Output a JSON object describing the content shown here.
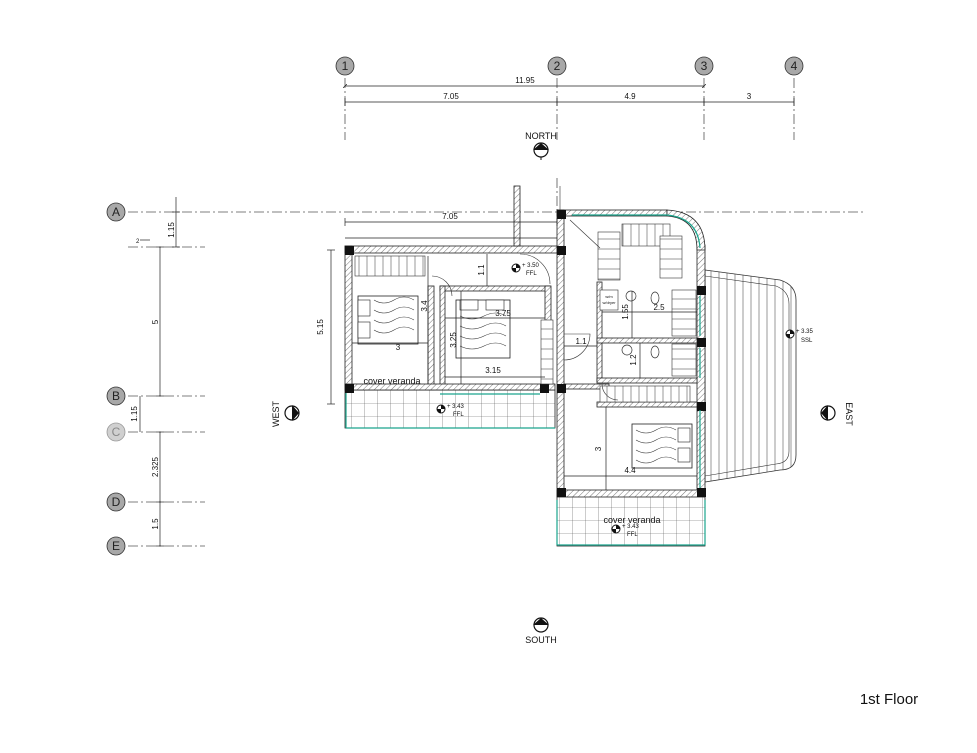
{
  "title": "1st Floor",
  "grid_columns": [
    "1",
    "2",
    "3",
    "4"
  ],
  "grid_rows": [
    "A",
    "B",
    "C",
    "D",
    "E"
  ],
  "top_dimensions": {
    "overall": "11.95",
    "segments": [
      "7.05",
      "4.9",
      "3"
    ]
  },
  "left_dimensions": [
    "1.15",
    "2",
    "5",
    "1.15",
    "2.325",
    "1.5"
  ],
  "orientation": {
    "north": "NORTH",
    "south": "SOUTH",
    "east": "EAST",
    "west": "WEST"
  },
  "plan_dimensions": {
    "top_width": "7.05",
    "left_height": "5.15",
    "corridor": "1.1",
    "bed1_height": "3.4",
    "bed1_width": "3",
    "bed2_width_top": "3.75",
    "bed2_height": "3.25",
    "bed2_width": "3.15",
    "hall": "1.1",
    "bath_a": "1.55",
    "bath_b": "1.2",
    "bath_width": "2.5",
    "bed3_height": "3",
    "bed3_width": "4.4"
  },
  "levels": {
    "ffl_main": {
      "value": "+ 3.50",
      "tag": "FFL"
    },
    "ffl_west_veranda": {
      "value": "+ 3.43",
      "tag": "FFL"
    },
    "ffl_south_veranda": {
      "value": "+ 3.43",
      "tag": "FFL"
    },
    "ssl_roof": {
      "value": "+ 3.35",
      "tag": "SSL"
    }
  },
  "rooms": {
    "west_veranda": "cover veranda",
    "south_veranda": "cover veranda",
    "washer_dryer": "w/m\nw/dryer"
  }
}
